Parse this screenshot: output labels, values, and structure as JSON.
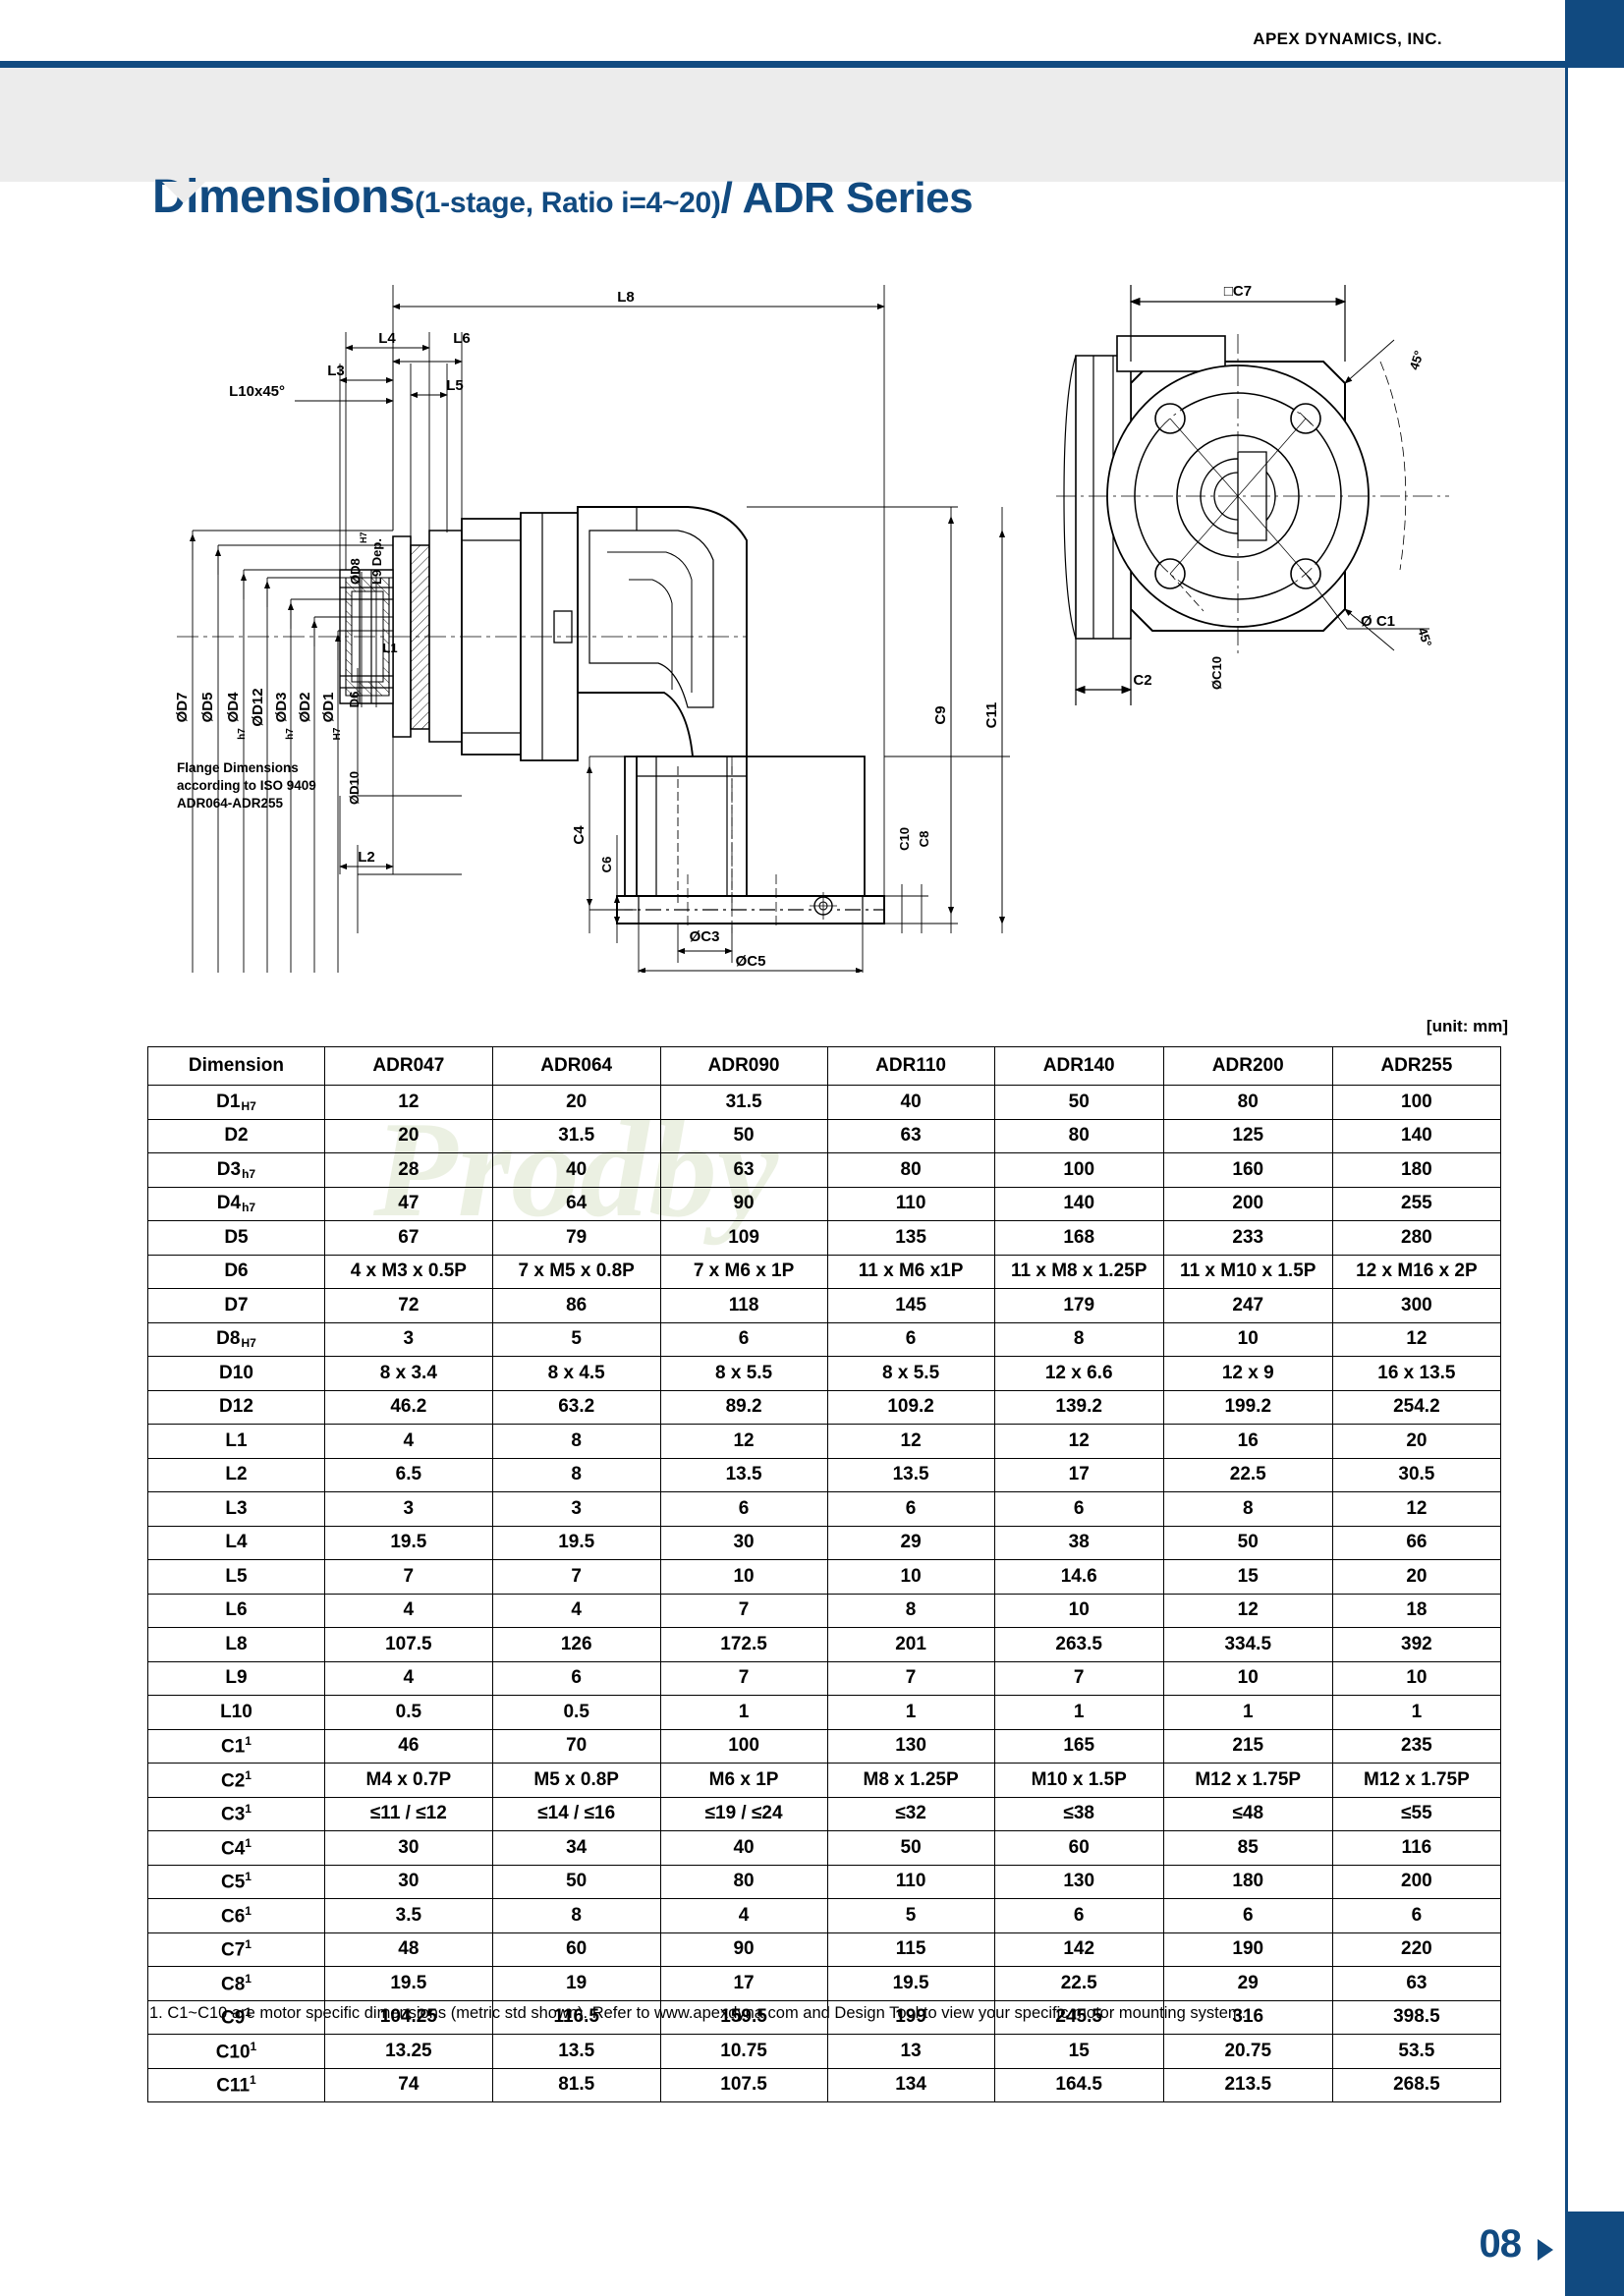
{
  "header": {
    "brand": "APEX DYNAMICS, INC.",
    "title_main": "Dimensions",
    "title_sub": "(1-stage, Ratio i=4~20)",
    "title_series": "/ ADR Series",
    "accent_color": "#114a80",
    "banner_color": "#ececec"
  },
  "drawing": {
    "unit_note": "[unit: mm]",
    "labels": {
      "l8": "L8",
      "l4": "L4",
      "l6": "L6",
      "l3": "L3",
      "l5": "L5",
      "l10x45": "L10x45°",
      "l1": "L1",
      "l2": "L2",
      "l9_dep": "L9 Dep.",
      "d8_dia": "ØD8",
      "d8_sub": "H7",
      "d7_dia": "ØD7",
      "d5_dia": "ØD5",
      "d4_dia": "ØD4",
      "d4_sub": "h7",
      "d12_dia": "ØD12",
      "d3_dia": "ØD3",
      "d3_sub": "h7",
      "d2_dia": "ØD2",
      "d1_dia": "ØD1",
      "d1_sub": "H7",
      "d6": "D6",
      "d10_dia": "ØD10",
      "c3_dia": "ØC3",
      "c5_dia": "ØC5",
      "c4": "C4",
      "c6": "C6",
      "c8": "C8",
      "c9": "C9",
      "c10": "C10",
      "c11": "C11",
      "c7_sq": "□C7",
      "c2": "C2",
      "c1_dia": "Ø C1",
      "c10_dia": "ØC10",
      "angle_top": "45°",
      "angle_bottom": "45°",
      "flange_note_1": "Flange Dimensions",
      "flange_note_2": "according to ISO 9409",
      "flange_note_3": "ADR064-ADR255"
    }
  },
  "watermark": "Prodby",
  "table": {
    "columns": [
      "Dimension",
      "ADR047",
      "ADR064",
      "ADR090",
      "ADR110",
      "ADR140",
      "ADR200",
      "ADR255"
    ],
    "rows": [
      {
        "label": "D1",
        "suffix": "H7",
        "note": "",
        "values": [
          "12",
          "20",
          "31.5",
          "40",
          "50",
          "80",
          "100"
        ]
      },
      {
        "label": "D2",
        "suffix": "",
        "note": "",
        "values": [
          "20",
          "31.5",
          "50",
          "63",
          "80",
          "125",
          "140"
        ]
      },
      {
        "label": "D3",
        "suffix": "h7",
        "note": "",
        "values": [
          "28",
          "40",
          "63",
          "80",
          "100",
          "160",
          "180"
        ]
      },
      {
        "label": "D4",
        "suffix": "h7",
        "note": "",
        "values": [
          "47",
          "64",
          "90",
          "110",
          "140",
          "200",
          "255"
        ]
      },
      {
        "label": "D5",
        "suffix": "",
        "note": "",
        "values": [
          "67",
          "79",
          "109",
          "135",
          "168",
          "233",
          "280"
        ]
      },
      {
        "label": "D6",
        "suffix": "",
        "note": "",
        "values": [
          "4 x M3 x 0.5P",
          "7 x M5 x 0.8P",
          "7 x M6 x 1P",
          "11 x M6 x1P",
          "11 x M8 x 1.25P",
          "11 x M10 x 1.5P",
          "12 x M16 x 2P"
        ]
      },
      {
        "label": "D7",
        "suffix": "",
        "note": "",
        "values": [
          "72",
          "86",
          "118",
          "145",
          "179",
          "247",
          "300"
        ]
      },
      {
        "label": "D8",
        "suffix": "H7",
        "note": "",
        "values": [
          "3",
          "5",
          "6",
          "6",
          "8",
          "10",
          "12"
        ]
      },
      {
        "label": "D10",
        "suffix": "",
        "note": "",
        "values": [
          "8 x 3.4",
          "8 x 4.5",
          "8 x 5.5",
          "8 x 5.5",
          "12 x 6.6",
          "12 x 9",
          "16 x 13.5"
        ]
      },
      {
        "label": "D12",
        "suffix": "",
        "note": "",
        "values": [
          "46.2",
          "63.2",
          "89.2",
          "109.2",
          "139.2",
          "199.2",
          "254.2"
        ]
      },
      {
        "label": "L1",
        "suffix": "",
        "note": "",
        "values": [
          "4",
          "8",
          "12",
          "12",
          "12",
          "16",
          "20"
        ]
      },
      {
        "label": "L2",
        "suffix": "",
        "note": "",
        "values": [
          "6.5",
          "8",
          "13.5",
          "13.5",
          "17",
          "22.5",
          "30.5"
        ]
      },
      {
        "label": "L3",
        "suffix": "",
        "note": "",
        "values": [
          "3",
          "3",
          "6",
          "6",
          "6",
          "8",
          "12"
        ]
      },
      {
        "label": "L4",
        "suffix": "",
        "note": "",
        "values": [
          "19.5",
          "19.5",
          "30",
          "29",
          "38",
          "50",
          "66"
        ]
      },
      {
        "label": "L5",
        "suffix": "",
        "note": "",
        "values": [
          "7",
          "7",
          "10",
          "10",
          "14.6",
          "15",
          "20"
        ]
      },
      {
        "label": "L6",
        "suffix": "",
        "note": "",
        "values": [
          "4",
          "4",
          "7",
          "8",
          "10",
          "12",
          "18"
        ]
      },
      {
        "label": "L8",
        "suffix": "",
        "note": "",
        "values": [
          "107.5",
          "126",
          "172.5",
          "201",
          "263.5",
          "334.5",
          "392"
        ]
      },
      {
        "label": "L9",
        "suffix": "",
        "note": "",
        "values": [
          "4",
          "6",
          "7",
          "7",
          "7",
          "10",
          "10"
        ]
      },
      {
        "label": "L10",
        "suffix": "",
        "note": "",
        "values": [
          "0.5",
          "0.5",
          "1",
          "1",
          "1",
          "1",
          "1"
        ]
      },
      {
        "label": "C1",
        "suffix": "",
        "note": "1",
        "values": [
          "46",
          "70",
          "100",
          "130",
          "165",
          "215",
          "235"
        ]
      },
      {
        "label": "C2",
        "suffix": "",
        "note": "1",
        "values": [
          "M4 x 0.7P",
          "M5 x 0.8P",
          "M6 x 1P",
          "M8 x 1.25P",
          "M10 x 1.5P",
          "M12 x 1.75P",
          "M12 x 1.75P"
        ]
      },
      {
        "label": "C3",
        "suffix": "",
        "note": "1",
        "values": [
          "≤11 / ≤12",
          "≤14 / ≤16",
          "≤19 / ≤24",
          "≤32",
          "≤38",
          "≤48",
          "≤55"
        ]
      },
      {
        "label": "C4",
        "suffix": "",
        "note": "1",
        "values": [
          "30",
          "34",
          "40",
          "50",
          "60",
          "85",
          "116"
        ]
      },
      {
        "label": "C5",
        "suffix": "",
        "note": "1",
        "values": [
          "30",
          "50",
          "80",
          "110",
          "130",
          "180",
          "200"
        ]
      },
      {
        "label": "C6",
        "suffix": "",
        "note": "1",
        "values": [
          "3.5",
          "8",
          "4",
          "5",
          "6",
          "6",
          "6"
        ]
      },
      {
        "label": "C7",
        "suffix": "",
        "note": "1",
        "values": [
          "48",
          "60",
          "90",
          "115",
          "142",
          "190",
          "220"
        ]
      },
      {
        "label": "C8",
        "suffix": "",
        "note": "1",
        "values": [
          "19.5",
          "19",
          "17",
          "19.5",
          "22.5",
          "29",
          "63"
        ]
      },
      {
        "label": "C9",
        "suffix": "",
        "note": "1",
        "values": [
          "104.25",
          "116.5",
          "159.5",
          "199",
          "245.5",
          "316",
          "398.5"
        ]
      },
      {
        "label": "C10",
        "suffix": "",
        "note": "1",
        "values": [
          "13.25",
          "13.5",
          "10.75",
          "13",
          "15",
          "20.75",
          "53.5"
        ]
      },
      {
        "label": "C11",
        "suffix": "",
        "note": "1",
        "values": [
          "74",
          "81.5",
          "107.5",
          "134",
          "164.5",
          "213.5",
          "268.5"
        ]
      }
    ]
  },
  "footnote": "1. C1~C10 are motor specific dimensions (metric std shown).  Refer to www.apexdyna.com and Design Tool to view your specific motor mounting system.",
  "footer": {
    "page_number": "08"
  }
}
